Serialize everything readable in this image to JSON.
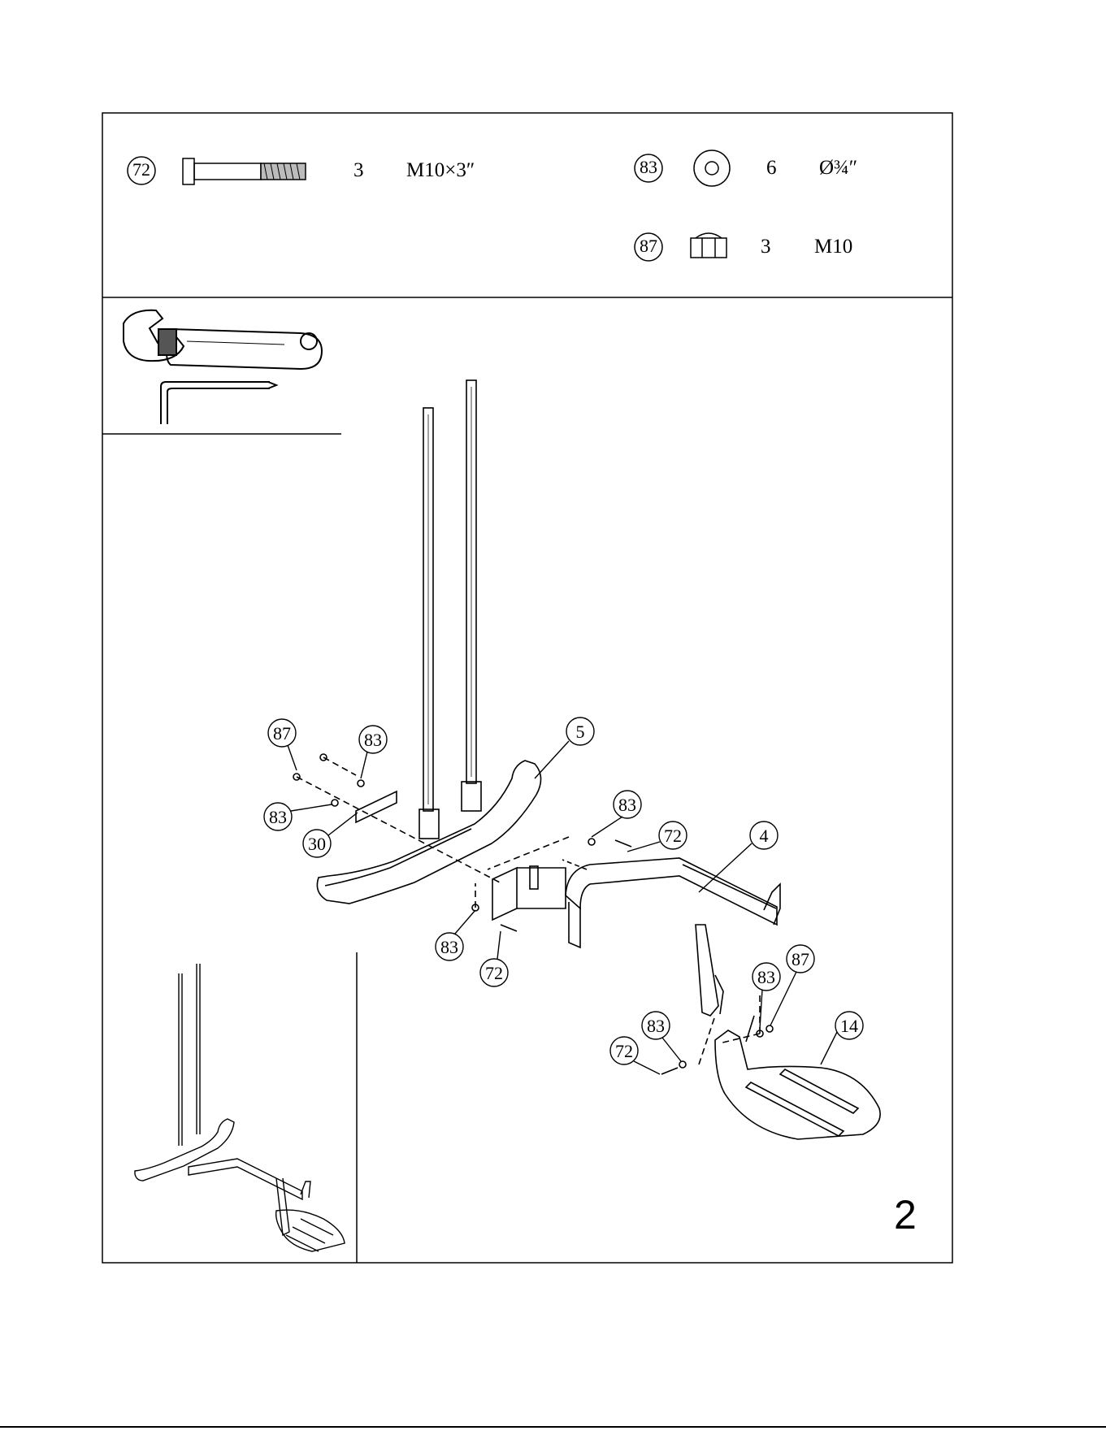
{
  "hardware": [
    {
      "part": "72",
      "qty": "3",
      "spec": "M10×3″"
    },
    {
      "part": "83",
      "qty": "6",
      "spec": "Ø¾″"
    },
    {
      "part": "87",
      "qty": "3",
      "spec": "M10"
    }
  ],
  "callouts": {
    "c87a": "87",
    "c83a": "83",
    "c5": "5",
    "c83b": "83",
    "c30": "30",
    "c83c": "83",
    "c72a": "72",
    "c4": "4",
    "c83d": "83",
    "c72b": "72",
    "c87b": "87",
    "c83e": "83",
    "c83f": "83",
    "c14": "14",
    "c72c": "72"
  },
  "step_number": "2",
  "icons": [
    "adjustable-wrench-icon",
    "allen-key-icon",
    "bolt-icon",
    "washer-icon",
    "nut-icon"
  ]
}
